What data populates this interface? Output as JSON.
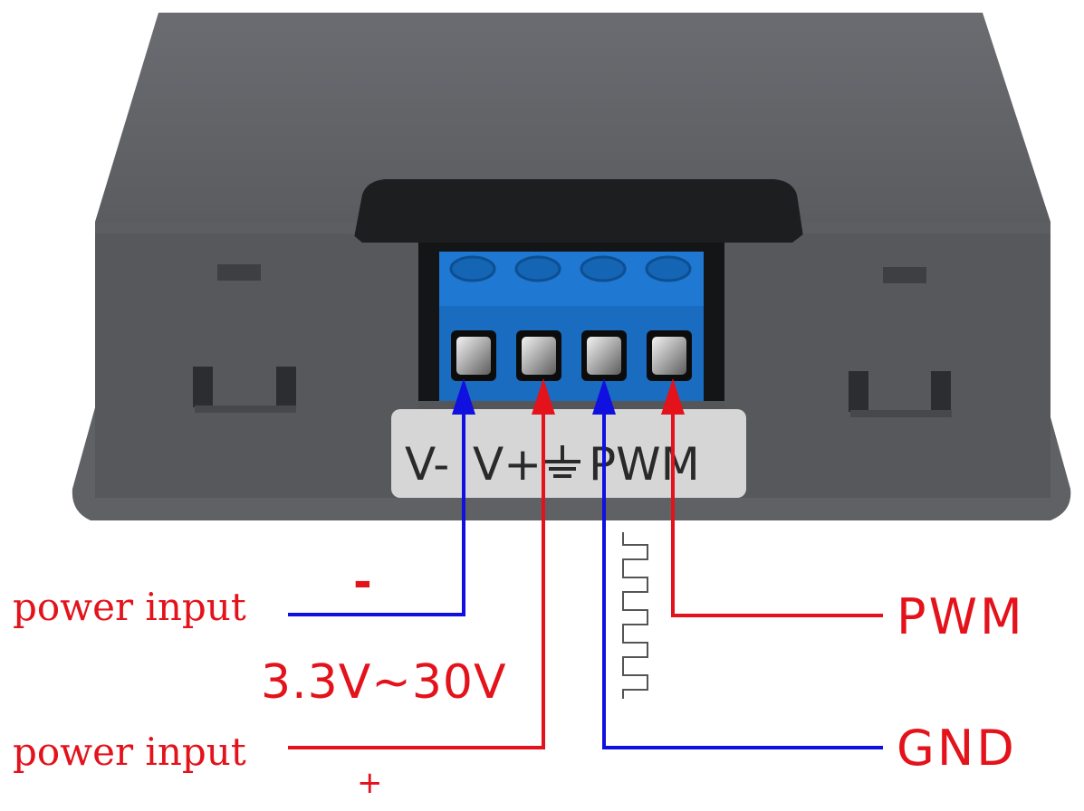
{
  "module": {
    "strip_labels": [
      "V-",
      "V+",
      "PWM"
    ],
    "colors": {
      "enclosure": "#57595d",
      "enclosure_top": "#616368",
      "terminal_block": "#1f78d1",
      "label_strip": "#d6d6d6",
      "negative_wire": "#1010e0",
      "positive_wire": "#e3121b"
    }
  },
  "annotations": {
    "left_top": {
      "label": "power input",
      "sign": "-"
    },
    "voltage_range": "3.3V~30V",
    "left_bottom": {
      "label": "power input",
      "sign": "+"
    },
    "right_top": "PWM",
    "right_bottom": "GND"
  }
}
